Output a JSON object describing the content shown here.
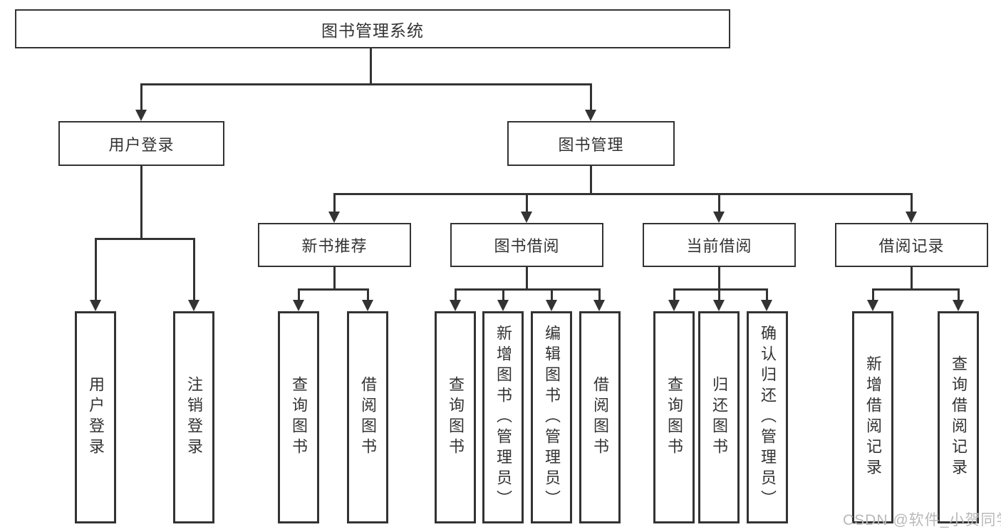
{
  "diagram": {
    "root": {
      "label": "图书管理系统"
    },
    "branches": [
      {
        "label": "用户登录",
        "children": [
          {
            "label": "用户登录"
          },
          {
            "label": "注销登录"
          }
        ]
      },
      {
        "label": "图书管理",
        "children": [
          {
            "label": "新书推荐",
            "children": [
              {
                "label": "查询图书"
              },
              {
                "label": "借阅图书"
              }
            ]
          },
          {
            "label": "图书借阅",
            "children": [
              {
                "label": "查询图书"
              },
              {
                "label": "新增图书（管理员）"
              },
              {
                "label": "编辑图书（管理员）"
              },
              {
                "label": "借阅图书"
              }
            ]
          },
          {
            "label": "当前借阅",
            "children": [
              {
                "label": "查询图书"
              },
              {
                "label": "归还图书"
              },
              {
                "label": "确认归还（管理员）"
              }
            ]
          },
          {
            "label": "借阅记录",
            "children": [
              {
                "label": "新增借阅记录"
              },
              {
                "label": "查询借阅记录"
              }
            ]
          }
        ]
      }
    ]
  },
  "watermark": {
    "text": "CSDN @软件_小贺同学"
  },
  "colors": {
    "line": "#333333",
    "text": "#333333",
    "watermark": "#b9b9b9",
    "background": "#ffffff"
  }
}
